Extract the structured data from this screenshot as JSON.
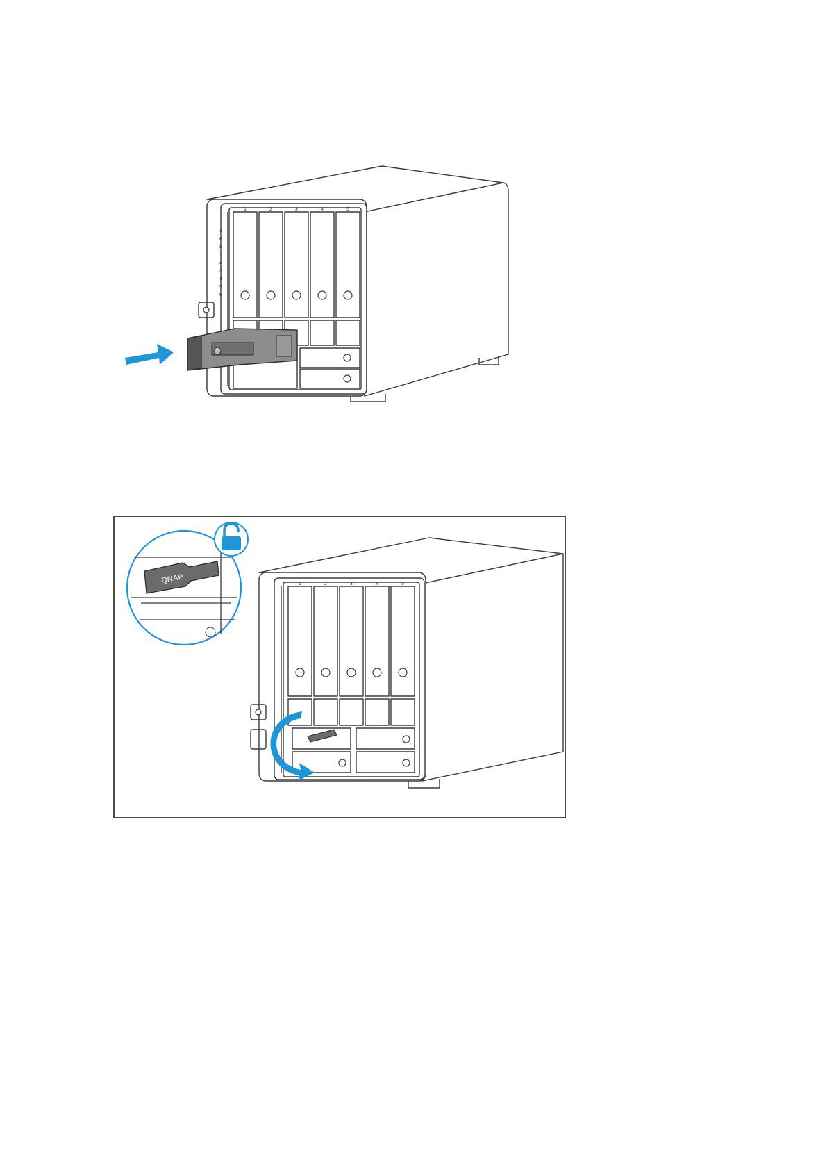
{
  "figure1": {
    "bay_numbers": [
      "1",
      "2",
      "3",
      "4",
      "5"
    ],
    "side_digits": [
      "3",
      "6",
      "5",
      "1",
      "2",
      "3",
      "4",
      "5",
      "6"
    ],
    "colors": {
      "line": "#3a3a3a",
      "accent": "#1e96d8",
      "tray": "#555555"
    }
  },
  "figure2": {
    "bay_numbers": [
      "1",
      "2",
      "3",
      "4",
      "5"
    ],
    "key_brand": "QNAP",
    "colors": {
      "line": "#3a3a3a",
      "accent": "#1e96d8",
      "key": "#6b6b6b"
    }
  }
}
